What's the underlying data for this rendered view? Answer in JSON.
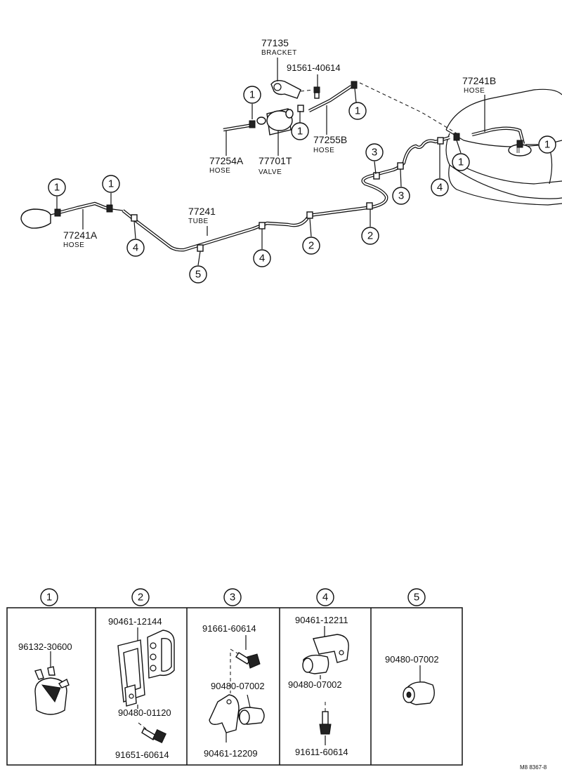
{
  "labels": {
    "p77135": "77135",
    "bracket": "BRACKET",
    "p91561": "91561-40614",
    "p77241B": "77241B",
    "hose_b": "HOSE",
    "p77254A": "77254A",
    "hose_254": "HOSE",
    "p77701T": "77701T",
    "valve": "VALVE",
    "p77255B": "77255B",
    "hose_255": "HOSE",
    "p77241": "77241",
    "tube": "TUBE",
    "p77241A": "77241A",
    "hose_a": "HOSE"
  },
  "callouts": {
    "c1": "1",
    "c2": "2",
    "c3": "3",
    "c4": "4",
    "c5": "5"
  },
  "legend": {
    "g1_part1": "96132-30600",
    "g2_part1": "90461-12144",
    "g2_part2": "90480-01120",
    "g2_part3": "91651-60614",
    "g3_part1": "91661-60614",
    "g3_part2": "90480-07002",
    "g3_part3": "90461-12209",
    "g4_part1": "90461-12211",
    "g4_part2": "90480-07002",
    "g4_part3": "91611-60614",
    "g5_part1": "90480-07002"
  },
  "footer": "M8 8367-8"
}
